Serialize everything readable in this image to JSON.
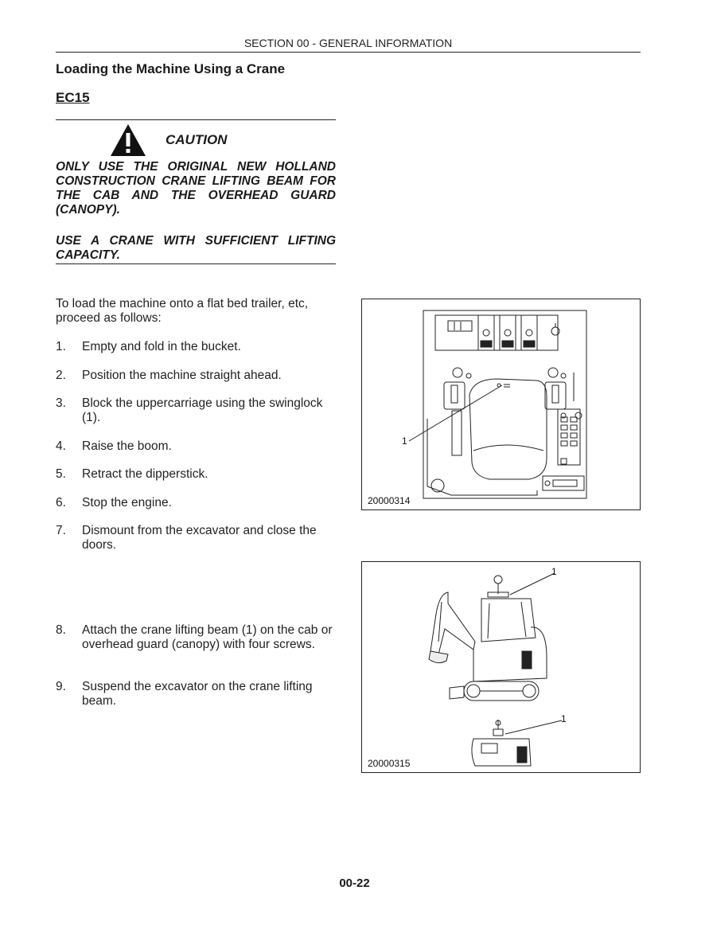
{
  "header": {
    "section": "SECTION 00 - GENERAL INFORMATION"
  },
  "title": "Loading the Machine Using a Crane",
  "model": "EC15",
  "caution": {
    "label": "CAUTION",
    "icon": "warning-triangle-icon",
    "text1": "ONLY USE THE ORIGINAL NEW HOLLAND CONSTRUCTION CRANE LIFTING BEAM FOR THE CAB AND THE OVERHEAD GUARD (CANOPY).",
    "text2": "USE A CRANE WITH SUFFICIENT LIFTING CAPACITY."
  },
  "intro": "To load the machine onto a flat bed trailer, etc, proceed as follows:",
  "steps": [
    {
      "num": "1.",
      "text": "Empty and fold in the bucket."
    },
    {
      "num": "2.",
      "text": "Position the machine straight ahead."
    },
    {
      "num": "3.",
      "text": "Block the uppercarriage using the swinglock (1)."
    },
    {
      "num": "4.",
      "text": "Raise the boom."
    },
    {
      "num": "5.",
      "text": "Retract the dipperstick."
    },
    {
      "num": "6.",
      "text": "Stop the engine."
    },
    {
      "num": "7.",
      "text": "Dismount from the excavator and close the doors."
    },
    {
      "num": "8.",
      "text": "Attach the crane lifting beam (1) on the cab or overhead guard (canopy) with four screws."
    },
    {
      "num": "9.",
      "text": "Suspend the excavator on the crane lifting beam."
    }
  ],
  "figures": [
    {
      "ref": "20000314",
      "callout": "1"
    },
    {
      "ref": "20000315",
      "callout_top": "1",
      "callout_bottom": "1"
    }
  ],
  "page_number": "00-22"
}
